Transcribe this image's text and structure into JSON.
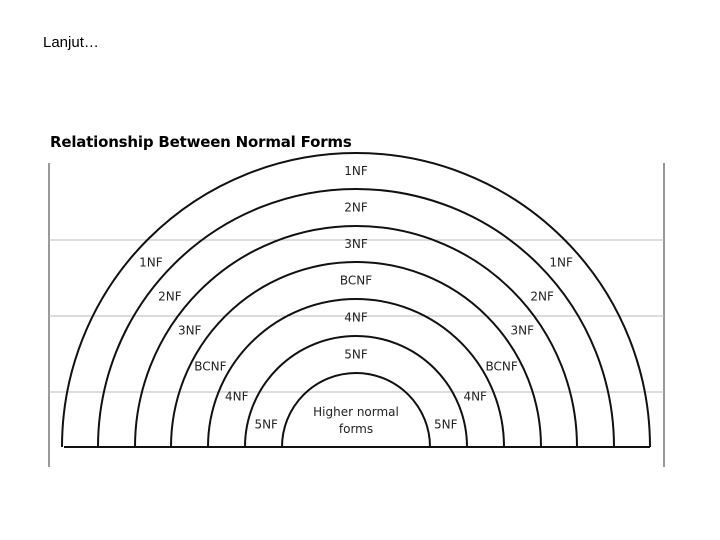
{
  "slide": {
    "heading": "Lanjut…"
  },
  "diagram": {
    "title": "Relationship Between Normal Forms",
    "bands": [
      {
        "name": "1NF",
        "top_label": "1NF",
        "left_label": "1NF",
        "right_label": "1NF"
      },
      {
        "name": "2NF",
        "top_label": "2NF",
        "left_label": "2NF",
        "right_label": "2NF"
      },
      {
        "name": "3NF",
        "top_label": "3NF",
        "left_label": "3NF",
        "right_label": "3NF"
      },
      {
        "name": "BCNF",
        "top_label": "BCNF",
        "left_label": "BCNF",
        "right_label": "BCNF"
      },
      {
        "name": "4NF",
        "top_label": "4NF",
        "left_label": "4NF",
        "right_label": "4NF"
      },
      {
        "name": "5NF",
        "top_label": "5NF",
        "left_label": "5NF",
        "right_label": "5NF"
      }
    ],
    "center": {
      "line1": "Higher normal",
      "line2": "forms"
    }
  }
}
